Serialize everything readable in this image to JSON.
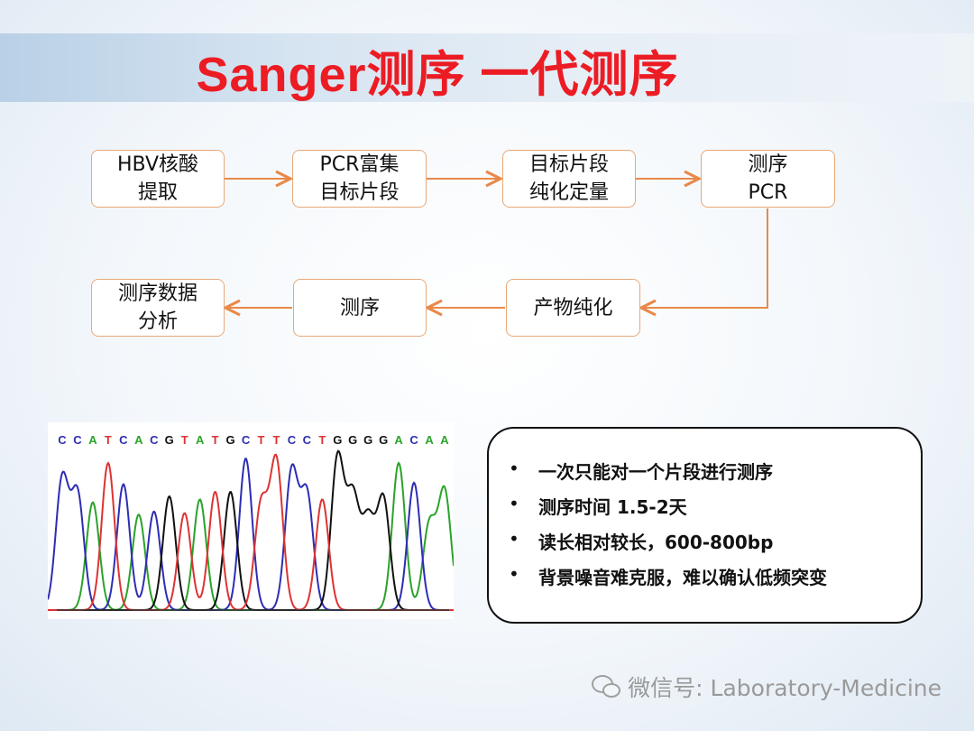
{
  "title": "Sanger测序  一代测序",
  "flow": {
    "steps": [
      "HBV核酸\n提取",
      "PCR富集\n目标片段",
      "目标片段\n纯化定量",
      "测序\nPCR",
      "产物纯化",
      "测序",
      "测序数据\n分析"
    ],
    "arrow_color": "#e8894a"
  },
  "chromatogram": {
    "sequence": "CCATCACGTATGCTTCCTGGGGACAA",
    "peak_heights": [
      0.86,
      0.76,
      0.71,
      0.97,
      0.83,
      0.63,
      0.65,
      0.75,
      0.64,
      0.73,
      0.78,
      0.78,
      1.0,
      0.69,
      0.98,
      0.91,
      0.76,
      0.73,
      1.0,
      0.73,
      0.58,
      0.73,
      0.97,
      0.84,
      0.56,
      0.78
    ],
    "colors": {
      "A": "#2aa32a",
      "C": "#2d2db4",
      "G": "#111111",
      "T": "#dd3333"
    }
  },
  "bullets": {
    "marker": "•",
    "items": [
      "一次只能对一个片段进行测序",
      "测序时间   1.5-2天",
      "读长相对较长，600-800bp",
      "背景噪音难克服，难以确认低频突变"
    ]
  },
  "watermark": "微信号: Laboratory-Medicine"
}
